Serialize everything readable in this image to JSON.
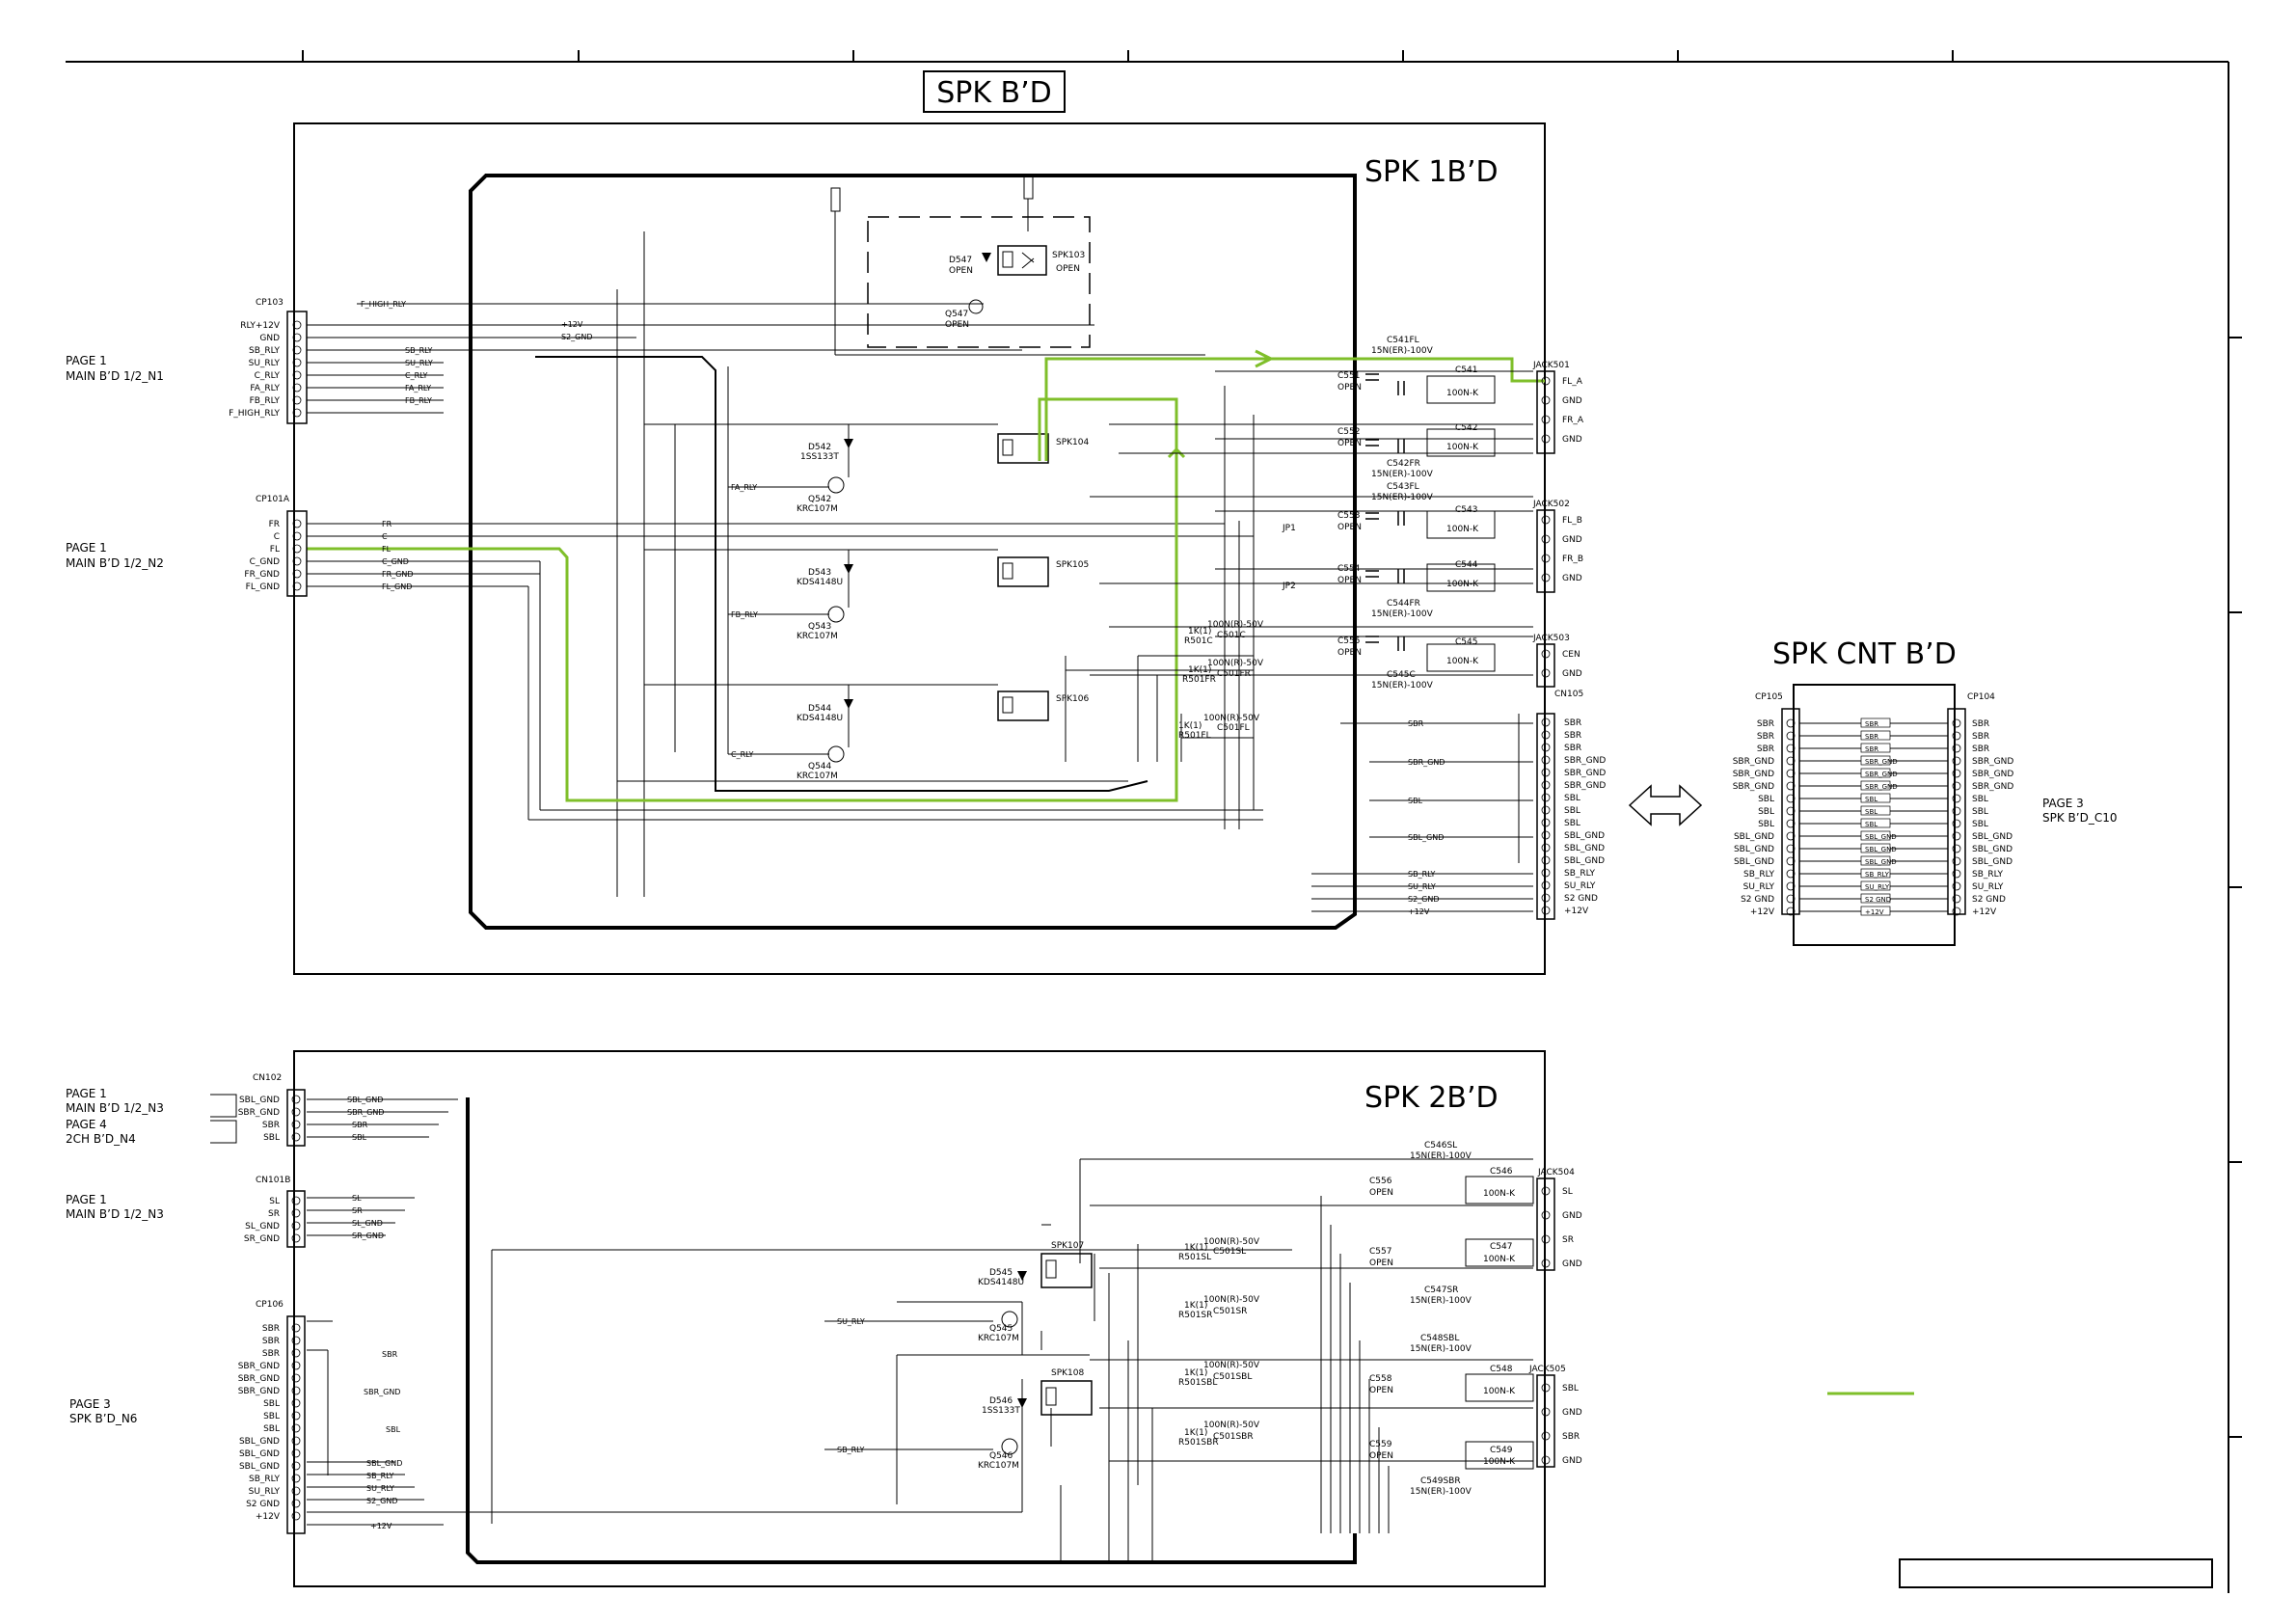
{
  "titles": {
    "sheet": "SPK B’D",
    "spk1": "SPK 1B’D",
    "spkcnt": "SPK CNT B’D",
    "spk2": "SPK 2B’D"
  },
  "colors": {
    "line": "#000000",
    "highlight": "#7fbf2a"
  },
  "refs": {
    "page1_n1_a": "PAGE 1",
    "page1_n1_b": "MAIN B’D 1/2_N1",
    "page1_n2_a": "PAGE 1",
    "page1_n2_b": "MAIN B’D 1/2_N2",
    "page1_n3_a": "PAGE 1",
    "page1_n3_b": "MAIN B’D 1/2_N3",
    "page4_n4_a": "PAGE 4",
    "page4_n4_b": "2CH B’D_N4",
    "page1_n3b_a": "PAGE 1",
    "page1_n3b_b": "MAIN B’D 1/2_N3",
    "page3_n6_a": "PAGE 3",
    "page3_n6_b": "SPK B’D_N6",
    "page3_c10_a": "PAGE 3",
    "page3_c10_b": "SPK B’D_C10"
  },
  "connectors": {
    "cp103": {
      "name": "CP103",
      "pins": [
        "RLY+12V",
        "GND",
        "SB_RLY",
        "SU_RLY",
        "C_RLY",
        "FA_RLY",
        "FB_RLY",
        "F_HIGH_RLY"
      ]
    },
    "cp101a": {
      "name": "CP101A",
      "pins": [
        "FR",
        "C",
        "FL",
        "C_GND",
        "FR_GND",
        "FL_GND"
      ]
    },
    "jack501": {
      "name": "JACK501",
      "pins": [
        "FL_A",
        "GND",
        "FR_A",
        "GND"
      ]
    },
    "jack502": {
      "name": "JACK502",
      "pins": [
        "FL_B",
        "GND",
        "FR_B",
        "GND"
      ]
    },
    "jack503": {
      "name": "JACK503",
      "pins": [
        "CEN",
        "GND"
      ]
    },
    "cn105": {
      "name": "CN105",
      "pins": [
        "SBR",
        "SBR",
        "SBR",
        "SBR_GND",
        "SBR_GND",
        "SBR_GND",
        "SBL",
        "SBL",
        "SBL",
        "SBL_GND",
        "SBL_GND",
        "SBL_GND",
        "SB_RLY",
        "SU_RLY",
        "S2 GND",
        "+12V"
      ]
    },
    "cp105": {
      "name": "CP105",
      "pins": [
        "SBR",
        "SBR",
        "SBR",
        "SBR_GND",
        "SBR_GND",
        "SBR_GND",
        "SBL",
        "SBL",
        "SBL",
        "SBL_GND",
        "SBL_GND",
        "SBL_GND",
        "SB_RLY",
        "SU_RLY",
        "S2 GND",
        "+12V"
      ]
    },
    "cp104": {
      "name": "CP104",
      "pins": [
        "SBR",
        "SBR",
        "SBR",
        "SBR_GND",
        "SBR_GND",
        "SBR_GND",
        "SBL",
        "SBL",
        "SBL",
        "SBL_GND",
        "SBL_GND",
        "SBL_GND",
        "SB_RLY",
        "SU_RLY",
        "S2 GND",
        "+12V"
      ]
    },
    "cn102": {
      "name": "CN102",
      "pins": [
        "SBL_GND",
        "SBR_GND",
        "SBR",
        "SBL"
      ]
    },
    "cn101b": {
      "name": "CN101B",
      "pins": [
        "SL",
        "SR",
        "SL_GND",
        "SR_GND"
      ]
    },
    "cp106": {
      "name": "CP106",
      "pins": [
        "SBR",
        "SBR",
        "SBR",
        "SBR_GND",
        "SBR_GND",
        "SBR_GND",
        "SBL",
        "SBL",
        "SBL",
        "SBL_GND",
        "SBL_GND",
        "SBL_GND",
        "SB_RLY",
        "SU_RLY",
        "S2 GND",
        "+12V"
      ]
    },
    "jack504": {
      "name": "JACK504",
      "pins": [
        "SL",
        "GND",
        "SR",
        "GND"
      ]
    },
    "jack505": {
      "name": "JACK505",
      "pins": [
        "SBL",
        "GND",
        "SBR",
        "GND"
      ]
    }
  },
  "components": {
    "spk103": "SPK103",
    "spk103_s": "OPEN",
    "d547": "D547",
    "d547_s": "OPEN",
    "q547": "Q547",
    "q547_s": "OPEN",
    "spk104": "SPK104",
    "spk105": "SPK105",
    "spk106": "SPK106",
    "d542": "D542",
    "d542_t": "1SS133T",
    "q542": "Q542",
    "q542_t": "KRC107M",
    "d543": "D543",
    "d543_t": "KDS4148U",
    "q543": "Q543",
    "q543_t": "KRC107M",
    "d544": "D544",
    "d544_t": "KDS4148U",
    "q544": "Q544",
    "q544_t": "KRC107M",
    "c551": "C551",
    "c552": "C552",
    "c553": "C553",
    "c554": "C554",
    "c555": "C555",
    "open": "OPEN",
    "c541fl": "C541FL",
    "c542fr": "C542FR",
    "c543fl": "C543FL",
    "c544fr": "C544FR",
    "c545c": "C545C",
    "cap15n": "15N(ER)-100V",
    "c541": "C541",
    "c542": "C542",
    "c543": "C543",
    "c544": "C544",
    "c545": "C545",
    "cap100n": "100N-K",
    "jp1": "JP1",
    "jp2": "JP2",
    "r501c": "R501C",
    "r501fr": "R501FR",
    "r501fl": "R501FL",
    "c501c": "C501C",
    "c501fr": "C501FR",
    "c501fl": "C501FL",
    "res1k": "1K(1)",
    "cap100nr": "100N(R)-50V",
    "spk107": "SPK107",
    "spk108": "SPK108",
    "d545": "D545",
    "d545_t": "KDS4148U",
    "q545": "Q545",
    "q545_t": "KRC107M",
    "d546": "D546",
    "d546_t": "1SS133T",
    "q546": "Q546",
    "q546_t": "KRC107M",
    "c556": "C556",
    "c557": "C557",
    "c558": "C558",
    "c559": "C559",
    "c546sl": "C546SL",
    "c547sr": "C547SR",
    "c548sbl": "C548SBL",
    "c549sbr": "C549SBR",
    "c546": "C546",
    "c547": "C547",
    "c548": "C548",
    "c549": "C549",
    "r501sl": "R501SL",
    "r501sr": "R501SR",
    "r501sbl": "R501SBL",
    "r501sbr": "R501SBR",
    "c501sl": "C501SL",
    "c501sr": "C501SR",
    "c501sbl": "C501SBL",
    "c501sbr": "C501SBR"
  },
  "net_labels": {
    "f_high_rly": "F_HIGH_RLY",
    "p12v": "+12V",
    "s2_gnd": "S2_GND",
    "sb_rly": "SB_RLY",
    "su_rly": "SU_RLY",
    "c_rly": "C_RLY",
    "fa_rly": "FA_RLY",
    "fb_rly": "FB_RLY",
    "fr": "FR",
    "c": "C",
    "fl": "FL",
    "c_gnd": "C_GND",
    "fr_gnd": "FR_GND",
    "fl_gnd": "FL_GND",
    "sbr": "SBR",
    "sbr_gnd": "SBR_GND",
    "sbl": "SBL",
    "sbl_gnd": "SBL_GND",
    "sl": "SL",
    "sr": "SR",
    "sl_gnd": "SL_GND",
    "sr_gnd": "SR_GND",
    "gnd": "GND"
  }
}
